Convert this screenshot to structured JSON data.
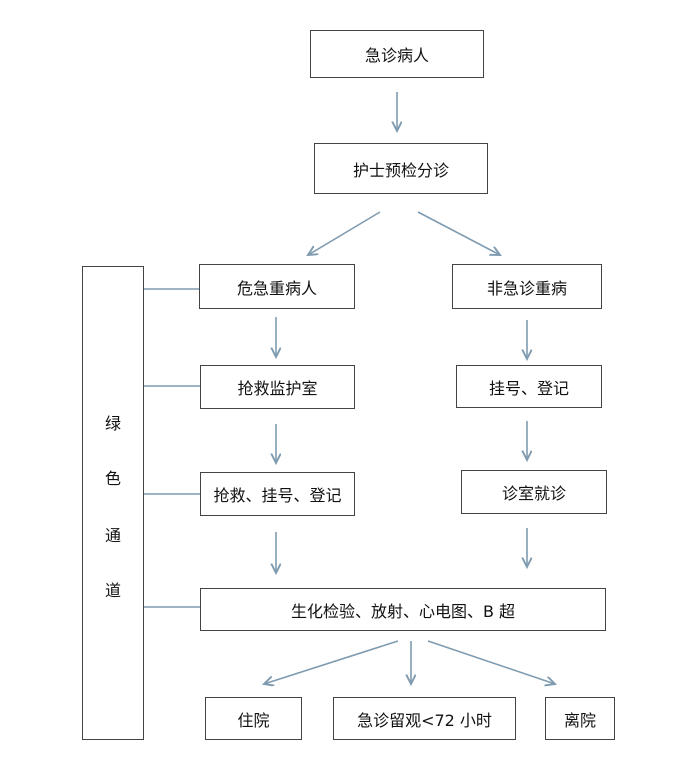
{
  "nodes": {
    "emergency_patient": "急诊病人",
    "nurse_triage": "护士预检分诊",
    "critical": "危急重病人",
    "non_emergency": "非急诊重病",
    "resus_room": "抢救监护室",
    "register": "挂号、登记",
    "rescue_register": "抢救、挂号、登记",
    "clinic": "诊室就诊",
    "tests": "生化检验、放射、心电图、B 超",
    "admit": "住院",
    "observe": "急诊留观<72 小时",
    "discharge": "离院"
  },
  "green_channel": [
    "绿",
    "色",
    "通",
    "道"
  ]
}
